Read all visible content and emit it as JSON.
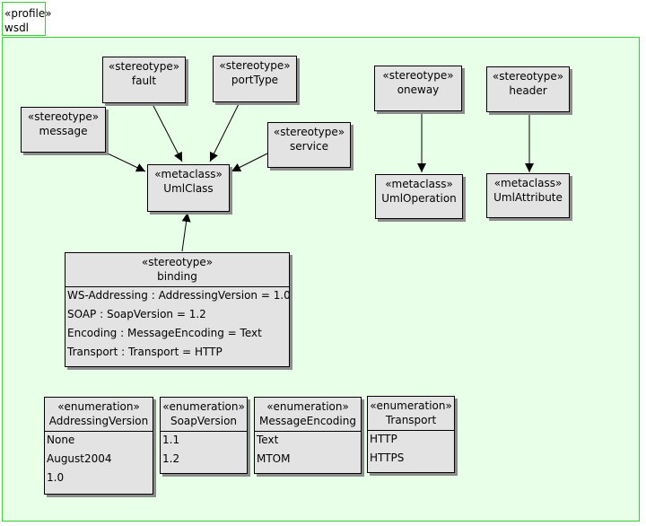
{
  "profile": {
    "stereotype": "«profile»",
    "name": "wsdl"
  },
  "stereotypes": {
    "fault": {
      "stereotype": "«stereotype»",
      "name": "fault"
    },
    "portType": {
      "stereotype": "«stereotype»",
      "name": "portType"
    },
    "message": {
      "stereotype": "«stereotype»",
      "name": "message"
    },
    "service": {
      "stereotype": "«stereotype»",
      "name": "service"
    },
    "oneway": {
      "stereotype": "«stereotype»",
      "name": "oneway"
    },
    "header": {
      "stereotype": "«stereotype»",
      "name": "header"
    },
    "binding": {
      "stereotype": "«stereotype»",
      "name": "binding",
      "attributes": [
        "WS-Addressing : AddressingVersion = 1.0",
        "SOAP : SoapVersion = 1.2",
        "Encoding : MessageEncoding = Text",
        "Transport : Transport = HTTP"
      ]
    }
  },
  "metaclasses": {
    "umlClass": {
      "stereotype": "«metaclass»",
      "name": "UmlClass"
    },
    "umlOperation": {
      "stereotype": "«metaclass»",
      "name": "UmlOperation"
    },
    "umlAttribute": {
      "stereotype": "«metaclass»",
      "name": "UmlAttribute"
    }
  },
  "enumerations": {
    "addressingVersion": {
      "stereotype": "«enumeration»",
      "name": "AddressingVersion",
      "literals": [
        "None",
        "August2004",
        "1.0"
      ]
    },
    "soapVersion": {
      "stereotype": "«enumeration»",
      "name": "SoapVersion",
      "literals": [
        "1.1",
        "1.2"
      ]
    },
    "messageEncoding": {
      "stereotype": "«enumeration»",
      "name": "MessageEncoding",
      "literals": [
        "Text",
        "MTOM"
      ]
    },
    "transport": {
      "stereotype": "«enumeration»",
      "name": "Transport",
      "literals": [
        "HTTP",
        "HTTPS"
      ]
    }
  },
  "colors": {
    "package_border": "#33cc33",
    "package_fill": "#e8ffe8",
    "box_fill": "#e3e3e3",
    "box_shadow": "#8c8c8c"
  }
}
